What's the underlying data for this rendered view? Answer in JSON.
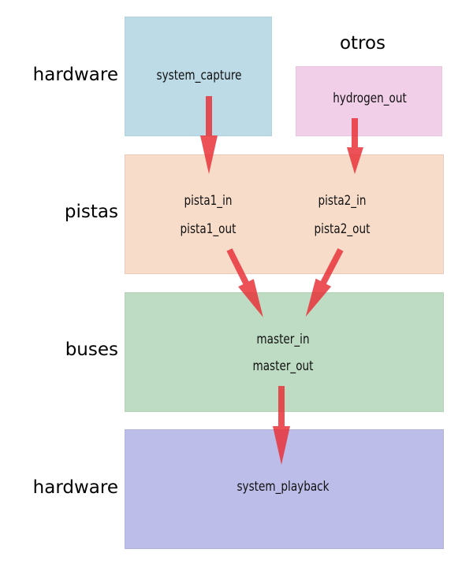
{
  "rows": {
    "hardware_top": "hardware",
    "otros": "otros",
    "pistas": "pistas",
    "buses": "buses",
    "hardware_bottom": "hardware"
  },
  "boxes": {
    "system_capture": {
      "label": "system_capture",
      "color": "#bcdbe7"
    },
    "hydrogen": {
      "label": "hydrogen_out",
      "color": "#f2cfe8"
    },
    "pistas": {
      "color": "#f8dcca",
      "pista1": [
        "pista1_in",
        "pista1_out"
      ],
      "pista2": [
        "pista2_in",
        "pista2_out"
      ]
    },
    "buses": {
      "color": "#bedcc3",
      "master": [
        "master_in",
        "master_out"
      ]
    },
    "playback": {
      "label": "system_playback",
      "color": "#bcbde9"
    }
  },
  "arrows": {
    "color": "#e8323a",
    "connections": [
      {
        "from": "system_capture",
        "to": "pista1_in"
      },
      {
        "from": "hydrogen_out",
        "to": "pista2_in"
      },
      {
        "from": "pista1_out",
        "to": "master_in"
      },
      {
        "from": "pista2_out",
        "to": "master_in"
      },
      {
        "from": "master_out",
        "to": "system_playback"
      }
    ]
  }
}
